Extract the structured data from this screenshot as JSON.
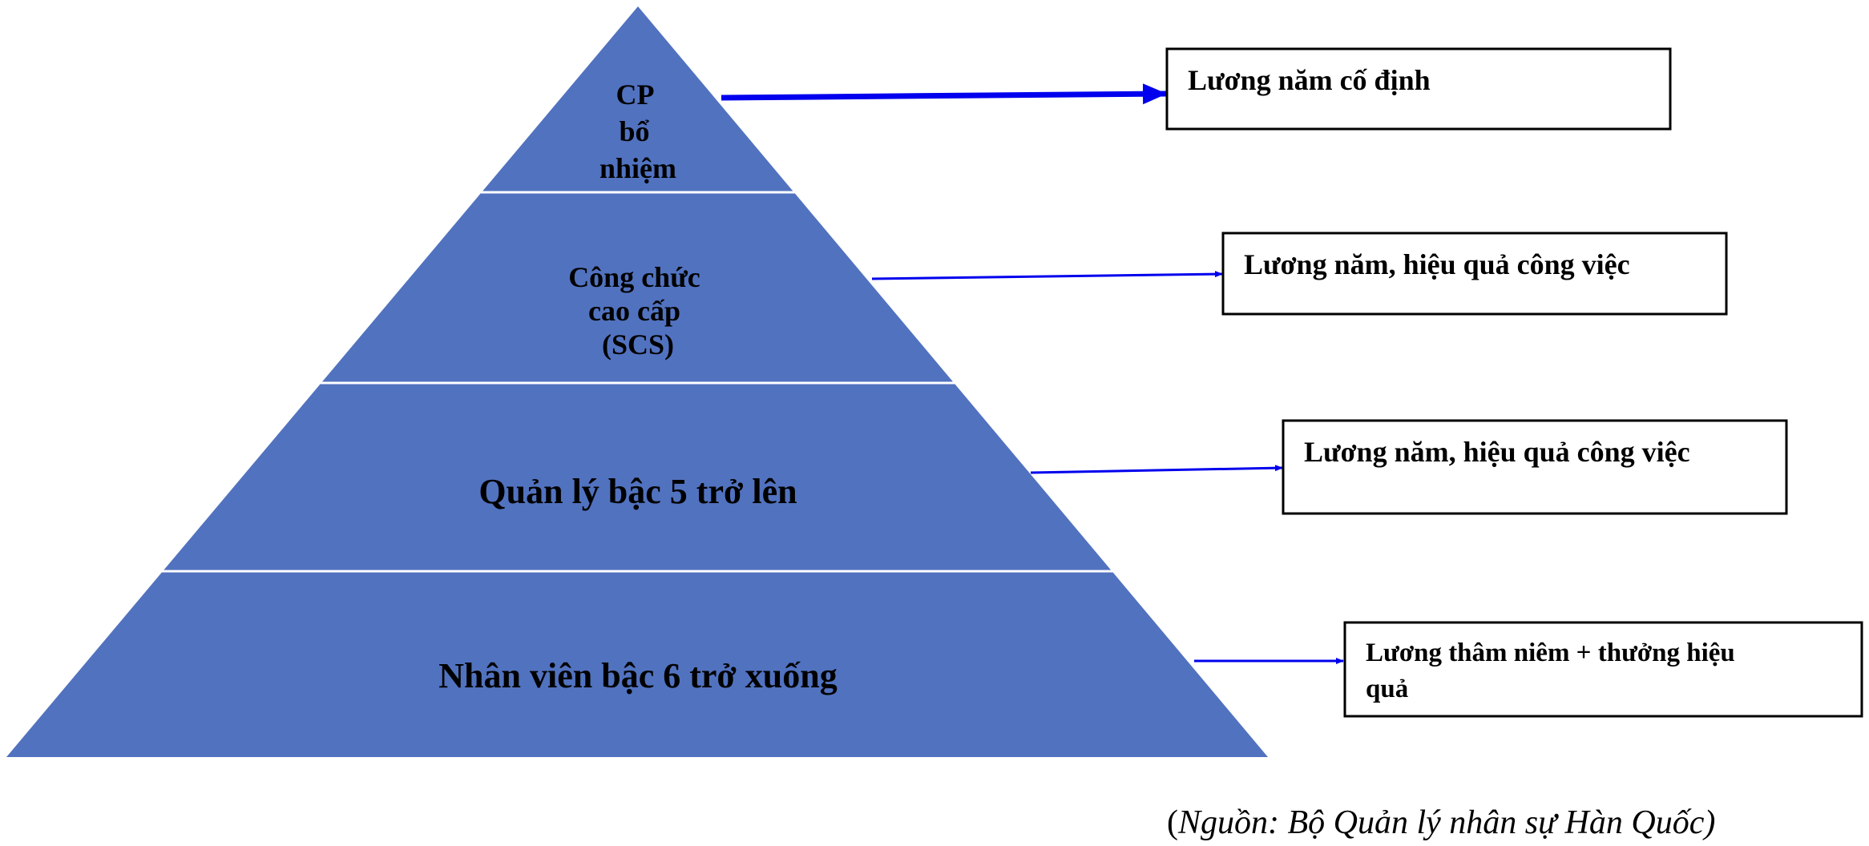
{
  "colors": {
    "pyramid_fill": "#5172bf",
    "tier_divider": "#ffffff",
    "arrow": "#0000ee",
    "box_border": "#000000",
    "text": "#000000"
  },
  "pyramid": {
    "tiers": [
      {
        "lines": [
          "CP",
          "bổ",
          "nhiệm"
        ]
      },
      {
        "lines": [
          "Công chức",
          "cao cấp",
          "(SCS)"
        ]
      },
      {
        "lines": [
          "Quản lý bậc 5 trở lên"
        ]
      },
      {
        "lines": [
          "Nhân viên bậc 6 trở xuống"
        ]
      }
    ]
  },
  "boxes": [
    {
      "lines": [
        "Lương năm cố định"
      ]
    },
    {
      "lines": [
        "Lương năm, hiệu quả công việc"
      ]
    },
    {
      "lines": [
        "Lương năm, hiệu quả công việc"
      ]
    },
    {
      "lines": [
        "Lương thâm niêm + thưởng hiệu",
        "quả"
      ]
    }
  ],
  "source": {
    "open": "(",
    "text": "Nguồn: Bộ Quản lý nhân sự Hàn Quốc)"
  }
}
